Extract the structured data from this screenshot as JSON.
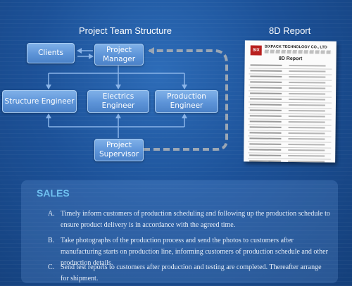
{
  "team_structure": {
    "title": "Project Team Structure",
    "nodes": {
      "clients": "Clients",
      "project_manager": "Project Manager",
      "structure_engineer": "Structure Engineer",
      "electrics_engineer": "Electrics Engineer",
      "production_engineer": "Production Engineer",
      "project_supervisor": "Project Supervisor"
    }
  },
  "report": {
    "title": "8D Report",
    "logo_text": "SIX",
    "company": "SIXPACK TECHNOLOGY CO., LTD",
    "document_title": "8D Report"
  },
  "sales": {
    "title": "SALES",
    "items": [
      {
        "label": "A.",
        "text": "Timely inform customers of production scheduling and following up the production schedule to ensure product delivery is in accordance with the agreed time."
      },
      {
        "label": "B.",
        "text": "Take photographs of the production process and send the photos to customers after manufacturing starts on production line, informing customers of production schedule and other production details."
      },
      {
        "label": "C.",
        "text": "Send test reports to customers after production and testing are completed. Thereafter arrange for shipment."
      }
    ]
  },
  "colors": {
    "background": "#1a4c8c",
    "box": "#5d94d8",
    "connector": "#8ab4e8",
    "dashed_connector": "#9aa6b4",
    "sales_title": "#6ec0f0"
  }
}
